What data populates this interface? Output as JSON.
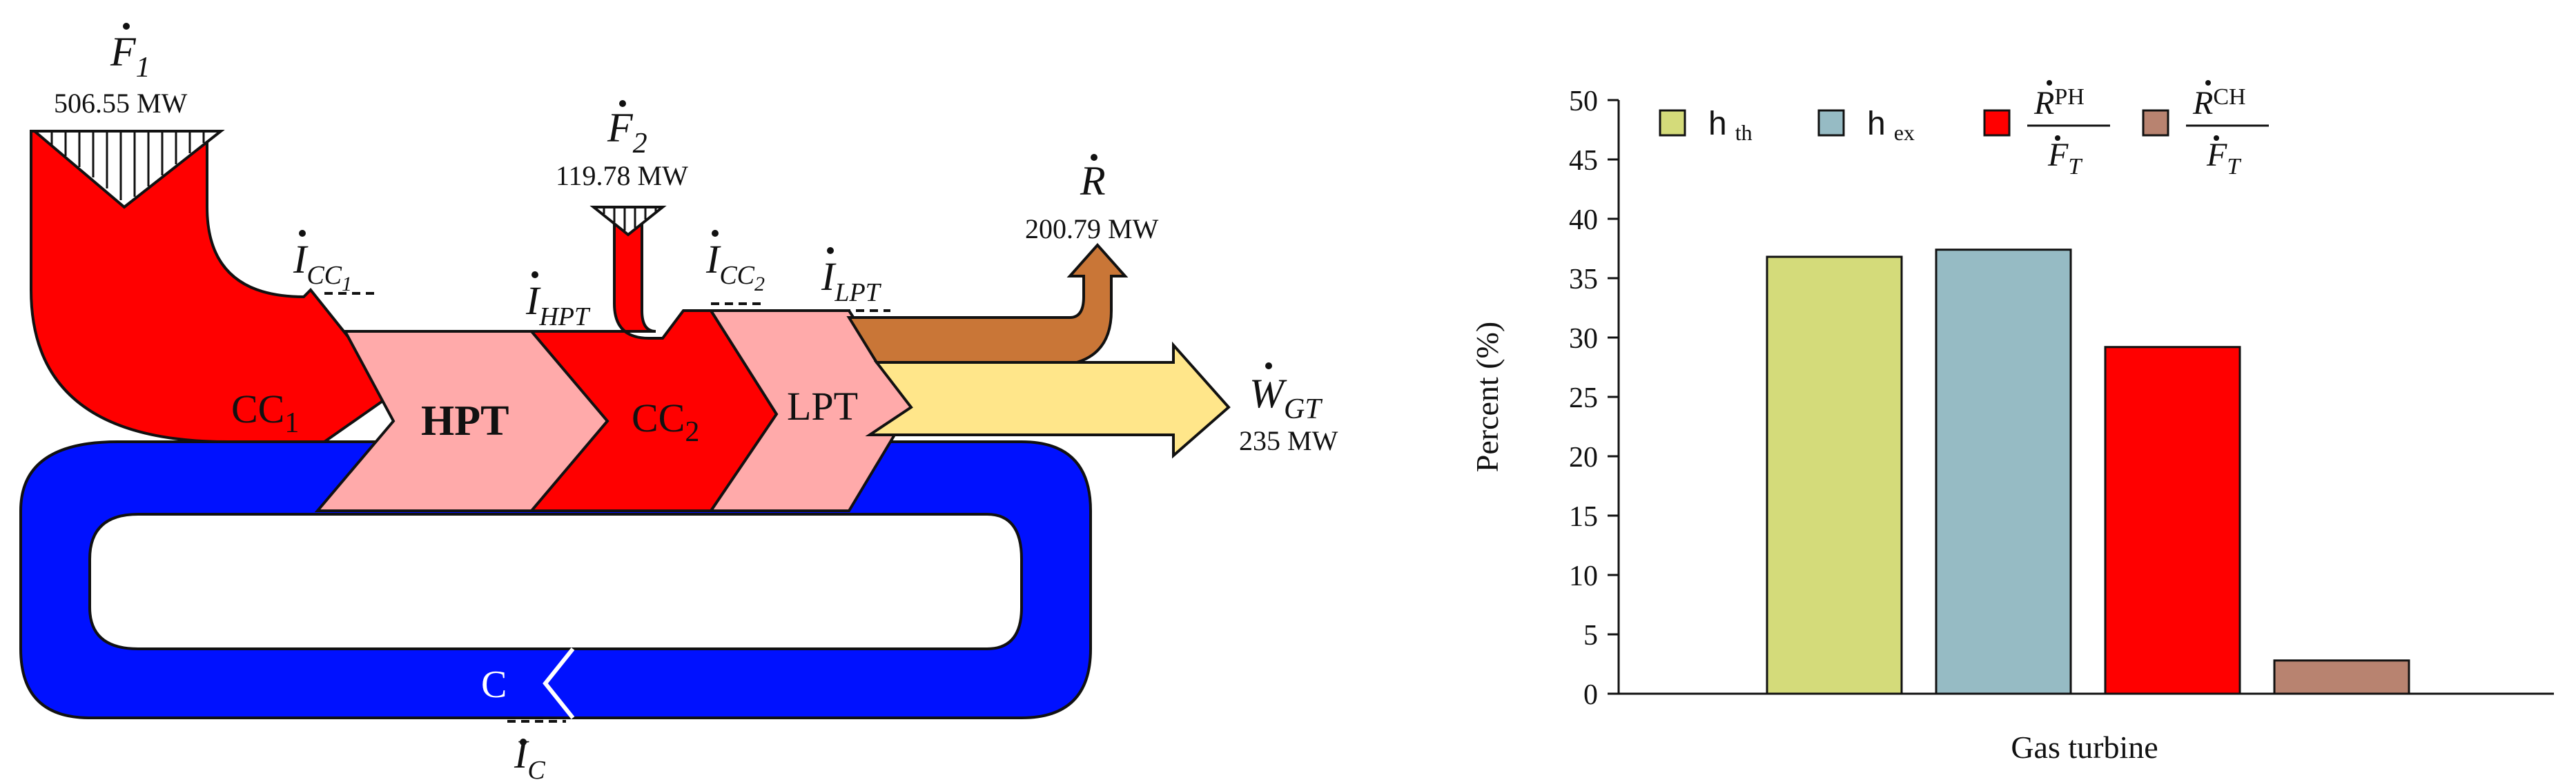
{
  "sankey": {
    "fuel_in": {
      "symbol": "F",
      "subscript": "1",
      "value": "506.55 MW"
    },
    "fuel_2": {
      "symbol": "F",
      "subscript": "2",
      "value": "119.78 MW"
    },
    "recovered": {
      "symbol": "R",
      "value": "200.79 MW"
    },
    "work": {
      "symbol": "W",
      "subscript": "GT",
      "value": "235 MW"
    },
    "loss_cc1": {
      "symbol": "I",
      "subscript": "CC",
      "subsub": "1"
    },
    "loss_hpt": {
      "symbol": "I",
      "subscript": "HPT"
    },
    "loss_cc2": {
      "symbol": "I",
      "subscript": "CC",
      "subsub": "2"
    },
    "loss_lpt": {
      "symbol": "I",
      "subscript": "LPT"
    },
    "loss_c": {
      "symbol": "I",
      "subscript": "C"
    },
    "blocks": {
      "cc1": {
        "main": "CC",
        "sub": "1"
      },
      "hpt": {
        "main": "HPT"
      },
      "cc2": {
        "main": "CC",
        "sub": "2"
      },
      "lpt": {
        "main": "LPT"
      },
      "c": {
        "main": "C"
      }
    },
    "colors": {
      "fuel": "#ff0000",
      "turbine": "#ffaaaa",
      "recovered": "#c97637",
      "work": "#ffe68a",
      "compressor": "#0011ff"
    }
  },
  "chart_data": {
    "type": "bar",
    "categories": [
      "Gas turbine"
    ],
    "xlabel": "Gas turbine",
    "ylabel": "Percent (%)",
    "ylim": [
      0,
      50
    ],
    "yticks": [
      0,
      5,
      10,
      15,
      20,
      25,
      30,
      35,
      40,
      45,
      50
    ],
    "grid": false,
    "legend_position": "top",
    "series": [
      {
        "name": "η th",
        "legend_main": "h",
        "legend_sub": "th",
        "values": [
          36.8
        ],
        "color": "#d4db7a"
      },
      {
        "name": "η ex",
        "legend_main": "h",
        "legend_sub": "ex",
        "values": [
          37.4
        ],
        "color": "#96bbc4"
      },
      {
        "name": "Ṙ PH / Ḟ T",
        "legend_num": "R",
        "legend_num_sup": "PH",
        "legend_den": "F",
        "legend_den_sub": "T",
        "values": [
          29.2
        ],
        "color": "#ff0000"
      },
      {
        "name": "Ṙ CH / Ḟ T",
        "legend_num": "R",
        "legend_num_sup": "CH",
        "legend_den": "F",
        "legend_den_sub": "T",
        "values": [
          2.8
        ],
        "color": "#b88370"
      }
    ]
  }
}
